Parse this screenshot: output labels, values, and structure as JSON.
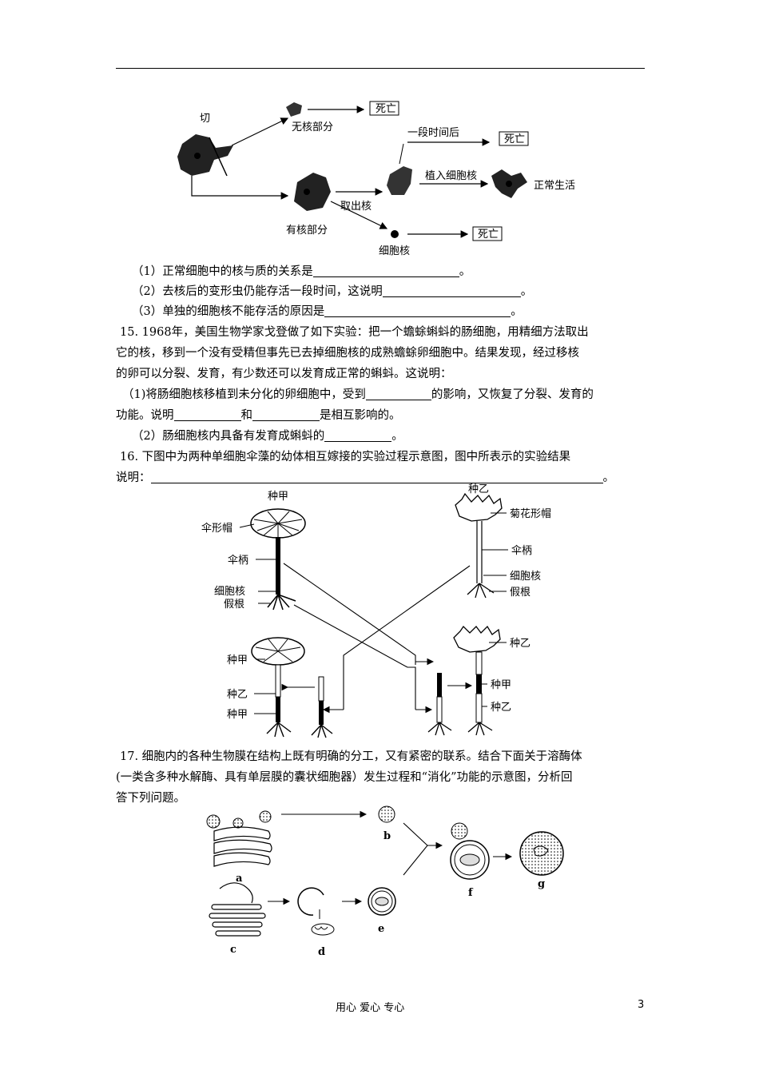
{
  "fig1": {
    "cut": "切",
    "no_nucleus": "无核部分",
    "death1": "死亡",
    "after_time": "一段时间后",
    "death2": "死亡",
    "implant": "植入细胞核",
    "normal": "正常生活",
    "take_out": "取出核",
    "with_nucleus": "有核部分",
    "nucleus": "细胞核",
    "death3": "死亡"
  },
  "q14": {
    "s1": "（1）正常细胞中的核与质的关系是",
    "s1_end": "。",
    "s2": "（2）去核后的变形虫仍能存活一段时间，这说明",
    "s2_end": "。",
    "s3": "（3）单独的细胞核不能存活的原因是",
    "s3_end": "。"
  },
  "q15": {
    "l1": "15. 1968年，美国生物学家戈登做了如下实验：把一个蟾蜍蝌蚪的肠细胞，用精细方法取出",
    "l2": "它的核，移到一个没有受精但事先已去掉细胞核的成熟蟾蜍卵细胞中。结果发现，经过移核",
    "l3": "的卵可以分裂、发育，有少数还可以发育成正常的蝌蚪。这说明：",
    "l4a": "（1)将肠细胞核移植到未分化的卵细胞中，受到",
    "l4b": "的影响，又恢复了分裂、发育的",
    "l5a": "功能。说明",
    "l5b": "和",
    "l5c": "是相互影响的。",
    "l6a": "（2）肠细胞核内具备有发育成蝌蚪的",
    "l6b": "。"
  },
  "q16": {
    "l1": "16. 下图中为两种单细胞伞藻的幼体相互嫁接的实验过程示意图，图中所表示的实验结果",
    "l2a": "说明：",
    "l2b": "。"
  },
  "fig2": {
    "zhongjia_top": "种甲",
    "umbrella_cap": "伞形帽",
    "stalk_left": "伞柄",
    "nucleus_left": "细胞核",
    "rhizoid_left": "假根",
    "zhongyi_top": "种乙",
    "chrysanthemum_cap": "菊花形帽",
    "stalk_right": "伞柄",
    "nucleus_right": "细胞核",
    "rhizoid_right": "假根",
    "bl_zhongjia": "种甲",
    "bl_zhongyi": "种乙",
    "bl_zhongjia2": "种甲",
    "br_zhongyi": "种乙",
    "br_zhongjia": "种甲",
    "br_zhongyi2": "种乙"
  },
  "q17": {
    "l1": "17. 细胞内的各种生物膜在结构上既有明确的分工，又有紧密的联系。结合下面关于溶酶体",
    "l2": "(一类含多种水解酶、具有单层膜的囊状细胞器）发生过程和“消化”功能的示意图，分析回",
    "l3": "答下列问题。"
  },
  "fig3": {
    "a": "a",
    "b": "b",
    "c": "c",
    "d": "d",
    "e": "e",
    "f": "f",
    "g": "g"
  },
  "footer": {
    "motto": "用心  爱心  专心",
    "page": "3"
  }
}
